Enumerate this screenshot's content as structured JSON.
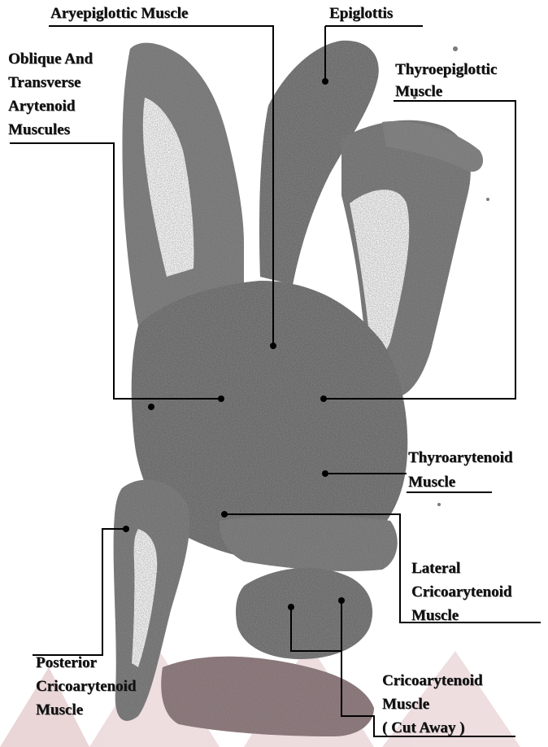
{
  "labels": {
    "aryepiglottic": "Aryepiglottic Muscle",
    "epiglottis": "Epiglottis",
    "oblique": [
      "Oblique And",
      "Transverse",
      "Arytenoid",
      "Muscules"
    ],
    "thyroepiglottic": [
      "Thyroepiglottic",
      "Muscle"
    ],
    "thyroarytenoid": [
      "Thyroarytenoid",
      "Muscle"
    ],
    "lateral": [
      "Lateral",
      "Cricoarytenoid",
      "Muscle"
    ],
    "posterior": [
      "Posterior",
      "Cricoarytenoid",
      "Muscle"
    ],
    "cricoarytenoid": [
      "Cricoarytenoid",
      "Muscle",
      "( Cut Away )"
    ]
  },
  "colors": {
    "tissue": "#6e6e6e",
    "tissue_dark": "#4a4a4a",
    "line": "#000000",
    "watermark": "#c9a7ad"
  }
}
